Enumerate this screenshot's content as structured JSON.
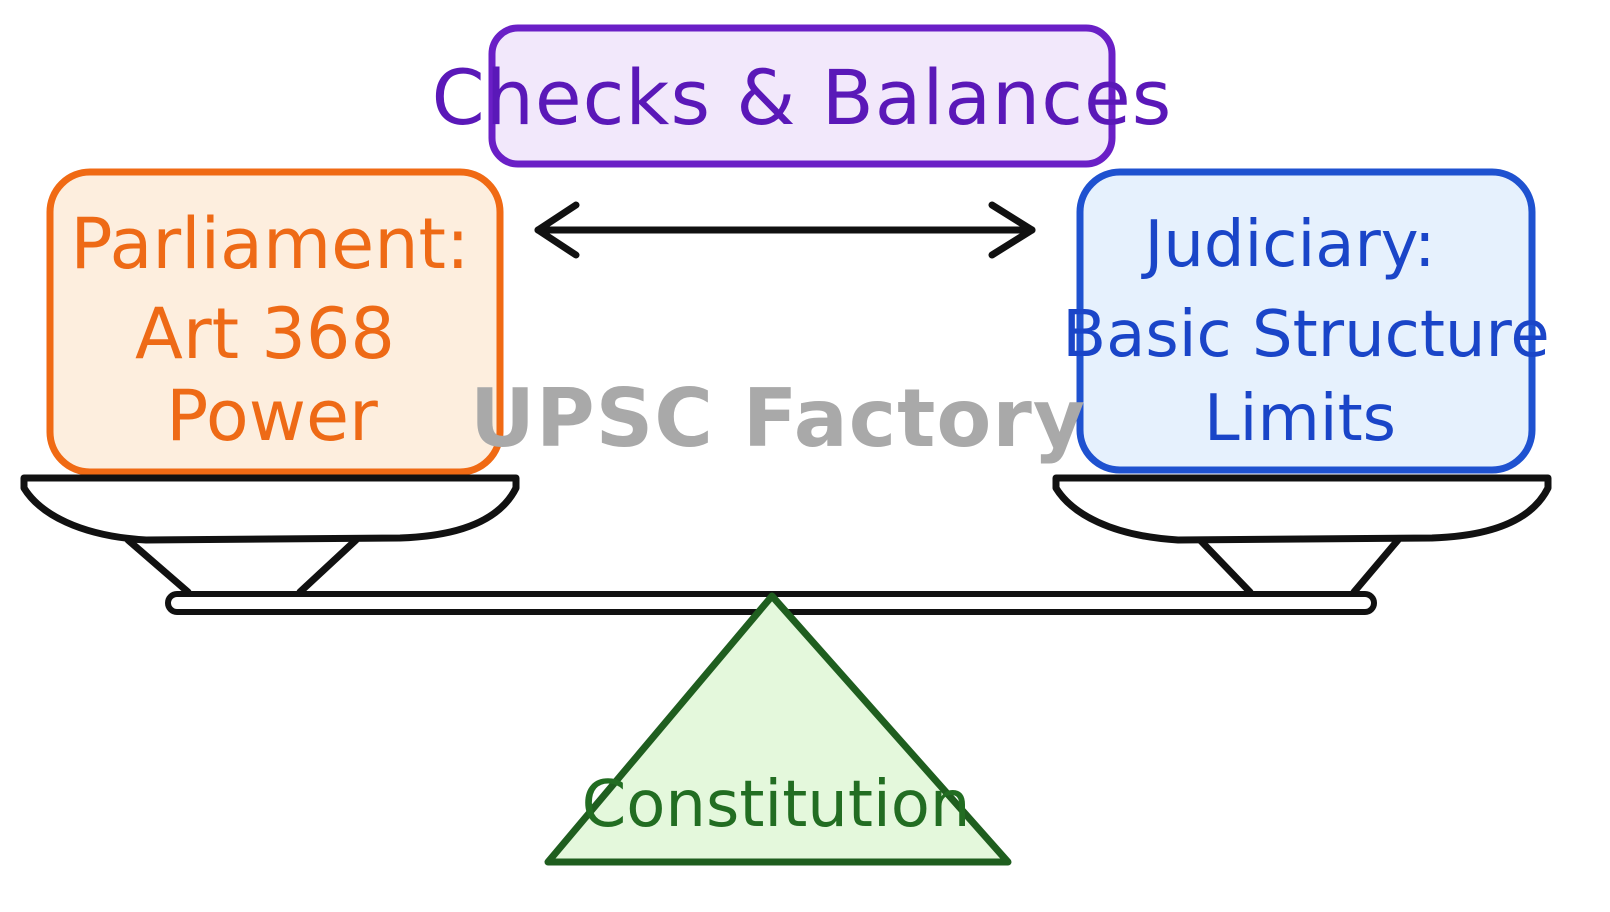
{
  "title": {
    "label": "Checks & Balances",
    "color": "#5a18b8",
    "fill": "#f2e8fb"
  },
  "parliament": {
    "lines": [
      "Parliament:",
      "Art 368",
      "Power"
    ],
    "color": "#ee6a16",
    "fill": "#fdeede"
  },
  "judiciary": {
    "lines": [
      "Judiciary:",
      "Basic Structure",
      "Limits"
    ],
    "color": "#1a45c8",
    "fill": "#e6f1fd"
  },
  "fulcrum": {
    "label": "Constitution",
    "color": "#226d22",
    "fill": "#e4f8dc"
  },
  "watermark": {
    "text": "UPSC Factory"
  },
  "connector": {
    "type": "double-headed-arrow"
  }
}
